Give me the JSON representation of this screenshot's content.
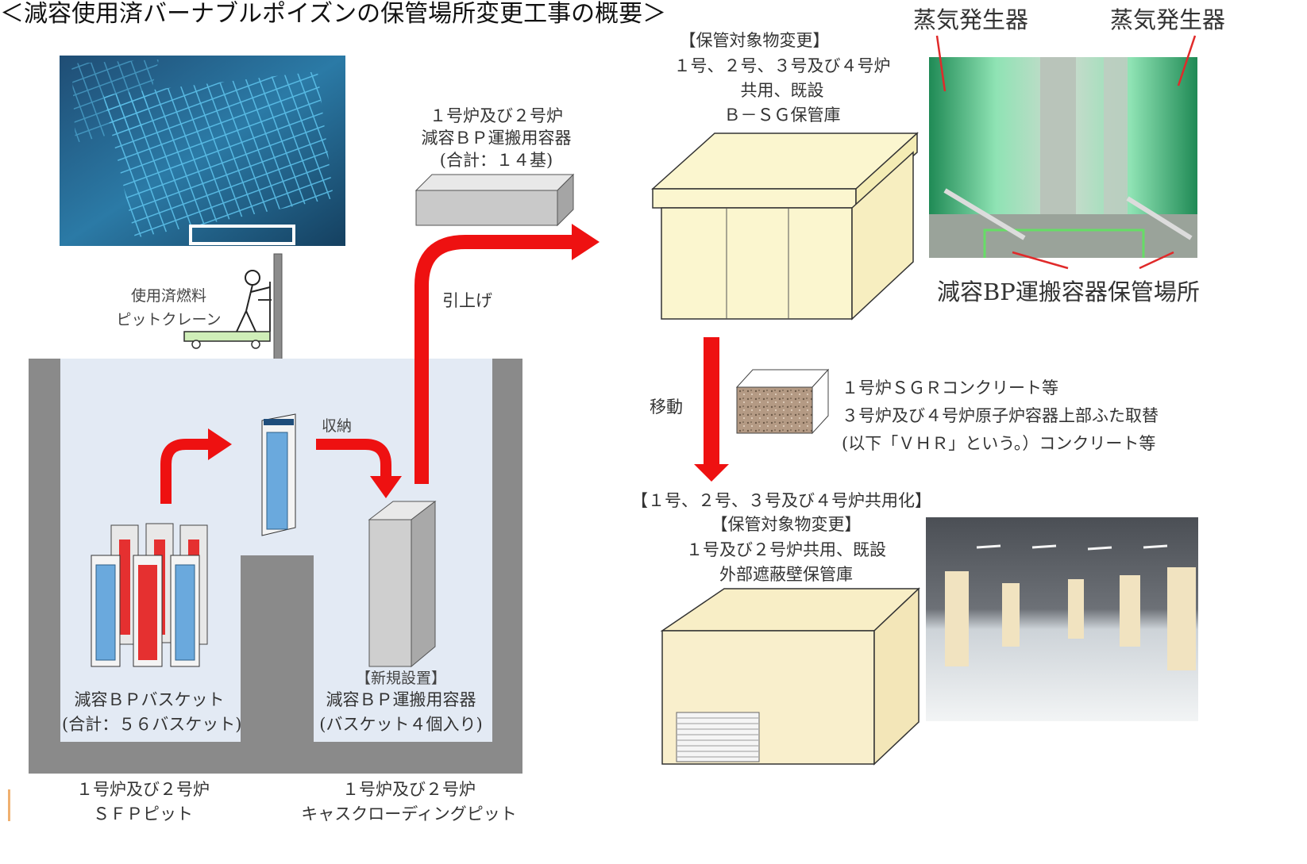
{
  "title": "＜減容使用済バーナブルポイズンの保管場所変更工事の概要＞",
  "left": {
    "crane_label": [
      "使用済燃料",
      "ピットクレーン"
    ],
    "storage_label": "収納",
    "basket_label": [
      "減容ＢＰバスケット",
      "(合計：５６バスケット)"
    ],
    "container_tag": "【新規設置】",
    "container_label": [
      "減容ＢＰ運搬用容器",
      "(バスケット４個入り)"
    ],
    "sfp_pit_label": [
      "１号炉及び２号炉",
      "ＳＦＰピット"
    ],
    "cask_pit_label": [
      "１号炉及び２号炉",
      "キャスクローディングピット"
    ]
  },
  "middle": {
    "container_label": [
      "１号炉及び２号炉",
      "減容ＢＰ運搬用容器",
      "(合計：１４基)"
    ],
    "lift_label": "引上げ"
  },
  "right_top": {
    "tag": "【保管対象物変更】",
    "label": [
      "１号、２号、３号及び４号炉",
      "共用、既設",
      "Ｂ－ＳＧ保管庫"
    ],
    "photo_label_left": "蒸気発生器",
    "photo_label_right": "蒸気発生器",
    "photo_caption": "減容BP運搬容器保管場所"
  },
  "move": {
    "label": "移動",
    "desc": [
      "１号炉ＳＧＲコンクリート等",
      "３号炉及び４号炉原子炉容器上部ふた取替",
      "(以下「ＶＨＲ」という。）コンクリート等"
    ]
  },
  "right_bottom": {
    "tag1": "【１号、２号、３号及び４号炉共用化】",
    "tag2": "【保管対象物変更】",
    "label": [
      "１号及び２号炉共用、既設",
      "外部遮蔽壁保管庫"
    ]
  },
  "colors": {
    "arrow": "#ee1111",
    "tag": "#e02a2a",
    "pool": "#e3eaf4",
    "wall": "#8a8a8a",
    "warehouse": "#fdf6cf"
  }
}
